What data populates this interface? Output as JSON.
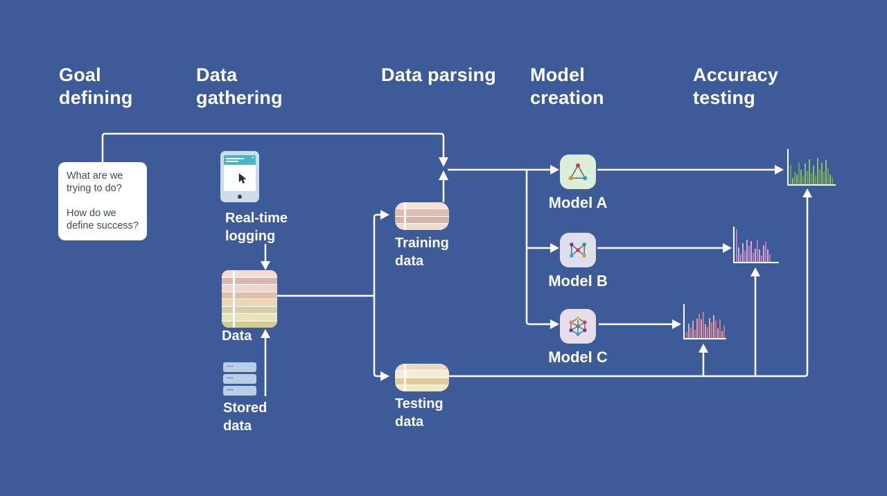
{
  "colors": {
    "background": "#3d5b99",
    "connector": "#ffffff",
    "header_text": "#ffffff",
    "speech_box_bg": "#ffffff",
    "speech_text": "#3f4a5f",
    "phone_body": "#ccdcea",
    "phone_banner": "#48b6c6",
    "server_row": "#b9cfe7",
    "model_a_bg": "#dcedda",
    "model_b_bg": "#dfdeec",
    "model_c_bg": "#e7ddea"
  },
  "stages": [
    {
      "label": "Goal defining"
    },
    {
      "label": "Data gathering"
    },
    {
      "label": "Data parsing"
    },
    {
      "label": "Model creation"
    },
    {
      "label": "Accuracy testing"
    }
  ],
  "goal_note": {
    "line1": "What are we trying to do?",
    "line2": "How do we define success?"
  },
  "nodes": {
    "realtime_logging": {
      "label": "Real-time logging"
    },
    "data": {
      "label": "Data"
    },
    "stored_data": {
      "label": "Stored data"
    },
    "training_data": {
      "label": "Training data"
    },
    "testing_data": {
      "label": "Testing data"
    },
    "model_a": {
      "label": "Model A"
    },
    "model_b": {
      "label": "Model B"
    },
    "model_c": {
      "label": "Model C"
    }
  },
  "stripes": {
    "data_table": [
      "#f2dcd5",
      "#dcb6ad",
      "#efd6ce",
      "#dfc0a8",
      "#ecd4b6",
      "#d9cda0",
      "#e9e2ba",
      "#cfcd97"
    ],
    "training_pill": [
      "#f4e2d8",
      "#dfbcb0",
      "#d8b3a6",
      "#f0dccd"
    ],
    "testing_pill": [
      "#ecd8bd",
      "#f4edd6",
      "#e0ca9f",
      "#f0e9cb"
    ]
  },
  "charts": {
    "model_a_accuracy": {
      "type": "bar",
      "color": "#68a24e",
      "color_alt": "#8bbd6e",
      "values": [
        55,
        18,
        35,
        28,
        60,
        42,
        22,
        58,
        38,
        70,
        32,
        52,
        26,
        75,
        44,
        60,
        36,
        68,
        46,
        28,
        20
      ]
    },
    "model_b_accuracy": {
      "type": "bar",
      "color": "#b67fc0",
      "color_alt": "#d9a9d6",
      "values": [
        92,
        42,
        22,
        52,
        32,
        62,
        45,
        58,
        26,
        38,
        60,
        35,
        18,
        48,
        56,
        36,
        22
      ]
    },
    "model_c_accuracy": {
      "type": "bar",
      "color": "#c9798f",
      "color_alt": "#dfa3b1",
      "values": [
        18,
        42,
        30,
        52,
        24,
        58,
        72,
        55,
        78,
        40,
        32,
        60,
        46,
        68,
        52,
        28,
        55,
        20,
        36
      ]
    }
  }
}
